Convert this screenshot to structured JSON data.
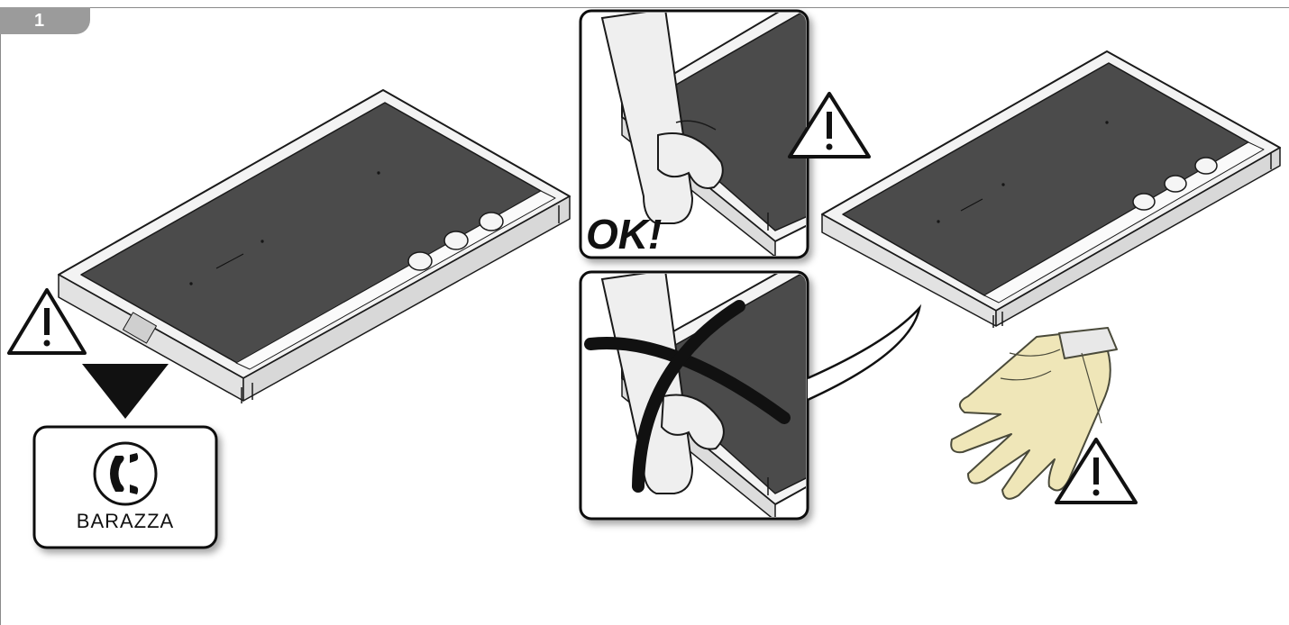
{
  "step": {
    "number": "1"
  },
  "panels": {
    "ok_panel": {
      "label": "OK!"
    },
    "wrong_panel": {
      "label": ""
    }
  },
  "service_card": {
    "brand": "BARAZZA",
    "icon": "telephone-icon"
  },
  "icons": [
    "warning-triangle-icon",
    "down-arrow-icon",
    "telephone-icon",
    "gloves-icon",
    "cross-mark-icon"
  ],
  "colors": {
    "glass": "#4b4b4b",
    "frame": "#f3f3f3",
    "outline": "#1a1a1a",
    "gloves": "#efe6b8",
    "tab": "#9b9b9b"
  }
}
